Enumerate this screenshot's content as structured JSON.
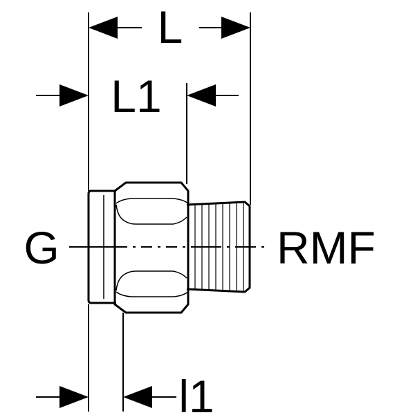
{
  "dimensions": {
    "overall_length": "L",
    "length_1": "L1",
    "insertion_length": "l1"
  },
  "connections": {
    "left": "G",
    "right": "RMF"
  }
}
